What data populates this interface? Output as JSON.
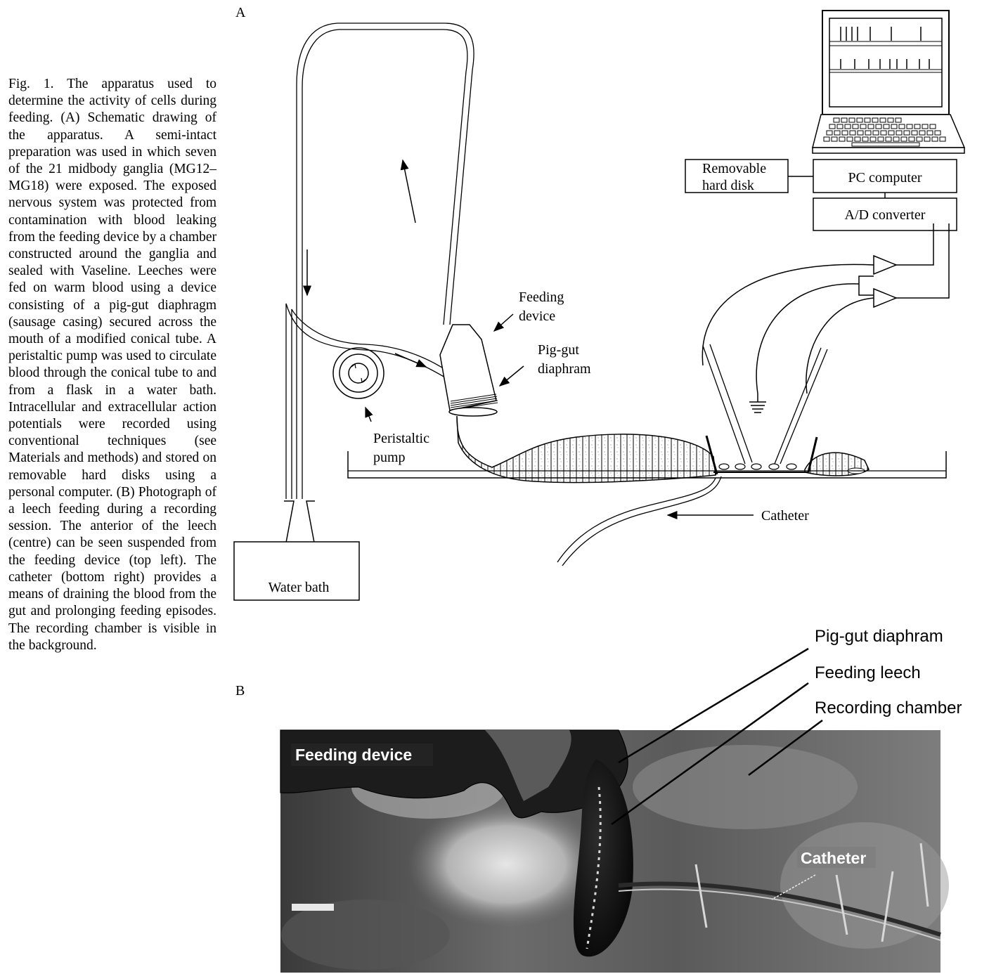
{
  "caption": "Fig. 1. The apparatus used to determine the activity of cells during feeding. (A) Schematic drawing of the apparatus. A semi-intact preparation was used in which seven of the 21 midbody ganglia (MG12–MG18) were exposed. The exposed nervous system was protected from contamination with blood leaking from the feeding device by a chamber constructed around the ganglia and sealed with Vaseline. Leeches were fed on warm blood using a device consisting of a pig-gut diaphragm (sausage casing) secured across the mouth of a modified conical tube. A peristaltic pump was used to circulate blood through the conical tube to and from a flask in a water bath. Intracellular and extracellular action potentials were recorded using conventional techniques (see Materials and methods) and stored on removable hard disks using a personal computer. (B) Photograph of a leech feeding during a recording session. The anterior of the leech (centre) can be seen suspended from the feeding device (top left). The catheter (bottom right) provides a means of draining the blood from the gut and prolonging feeding episodes. The recording chamber is visible in the background.",
  "panel_a": {
    "letter": "A",
    "labels": {
      "removable_1": "Removable",
      "removable_2": "hard disk",
      "pc": "PC computer",
      "adc": "A/D converter",
      "feeding_1": "Feeding",
      "feeding_2": "device",
      "pig_1": "Pig-gut",
      "pig_2": "diaphram",
      "pump_1": "Peristaltic",
      "pump_2": "pump",
      "catheter": "Catheter",
      "water_bath": "Water bath"
    }
  },
  "panel_b": {
    "letter": "B",
    "labels": {
      "pig_gut": "Pig-gut diaphram",
      "leech": "Feeding leech",
      "chamber": "Recording chamber",
      "feeding_device": "Feeding device",
      "catheter": "Catheter"
    }
  }
}
